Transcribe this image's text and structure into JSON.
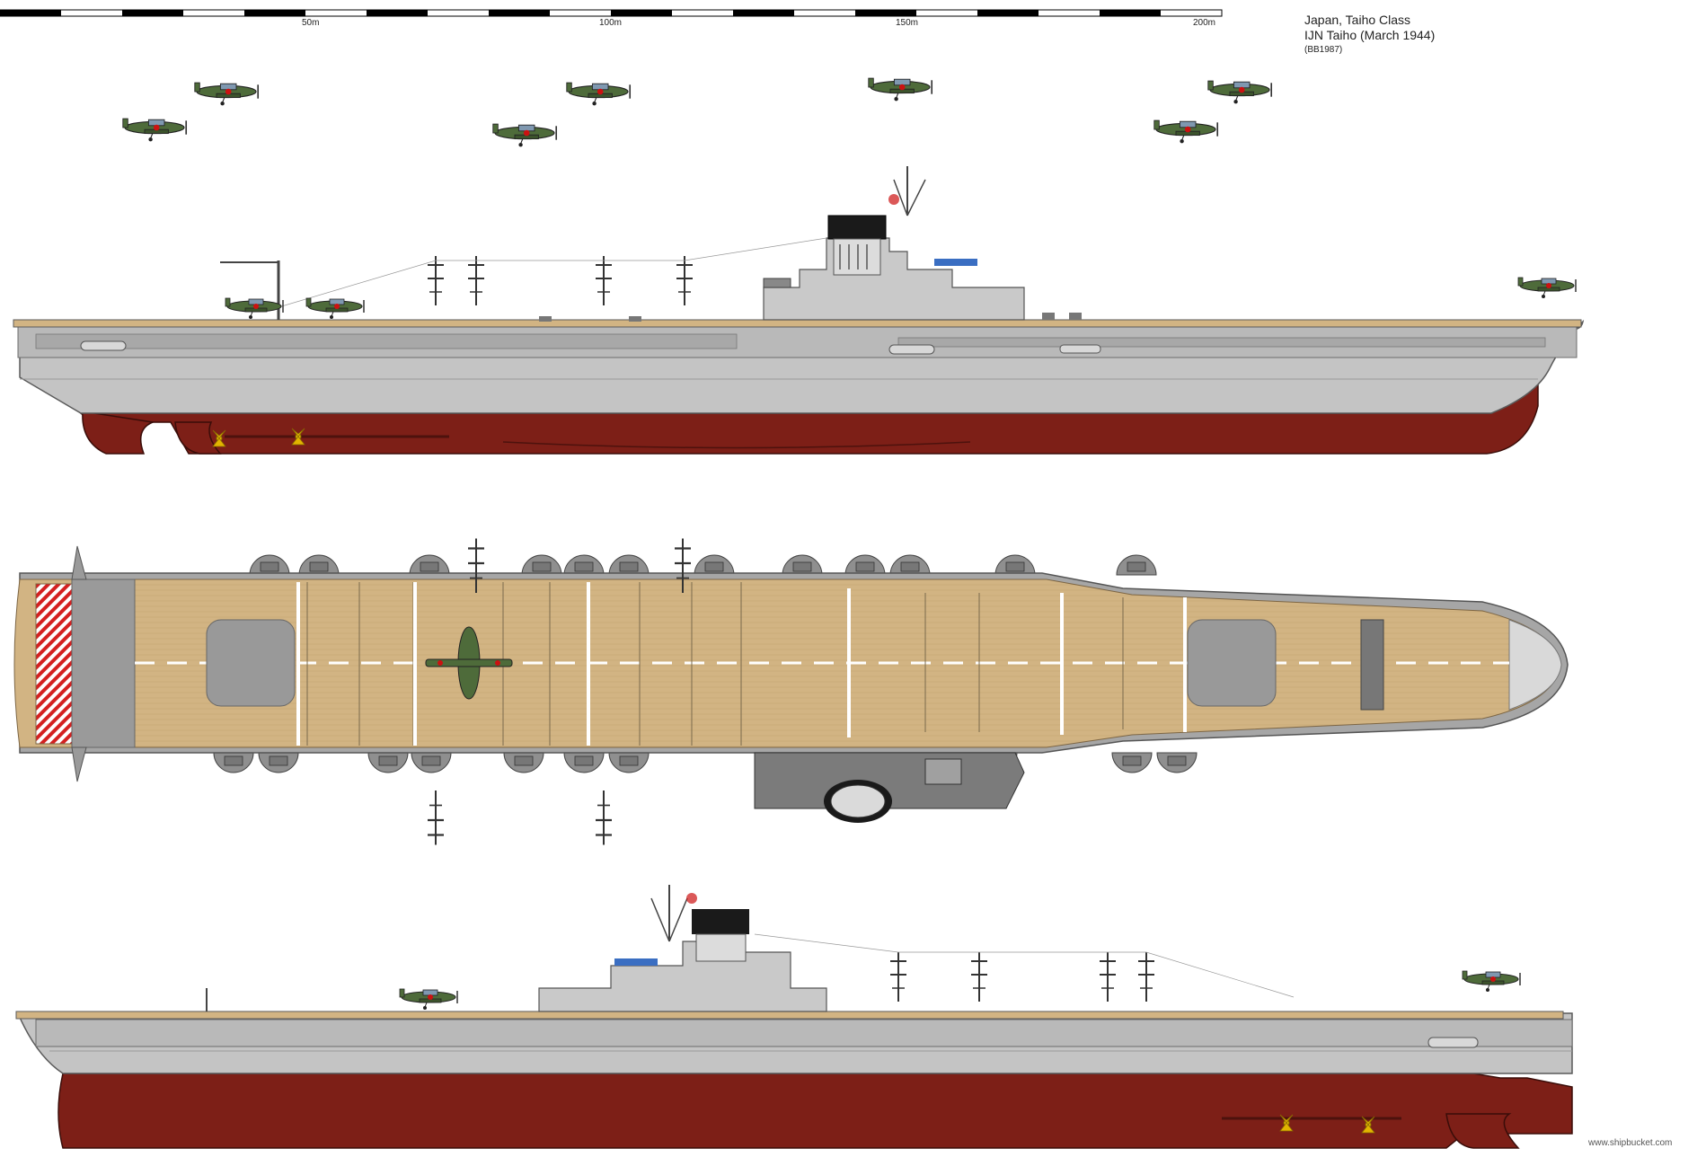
{
  "scale_bar": {
    "labels": [
      "50m",
      "100m",
      "150m",
      "200m"
    ]
  },
  "info": {
    "line1": "Japan, Taiho Class",
    "line2": "IJN Taiho (March 1944)",
    "line3": "(BB1987)"
  },
  "credit": "www.shipbucket.com",
  "colors": {
    "hull": "#c4c4c4",
    "hull_outline": "#5a5a5a",
    "bottom": "#7d1f17",
    "deck_wood": "#d2b483",
    "deck_steel": "#9c9c9c",
    "aircraft_green": "#4e6b3a",
    "funnel": "#1a1a1a",
    "roundel": "#cc1111"
  },
  "icons": [
    "aircraft-icon",
    "ship-side-profile",
    "ship-deck-plan",
    "propeller-icon"
  ]
}
